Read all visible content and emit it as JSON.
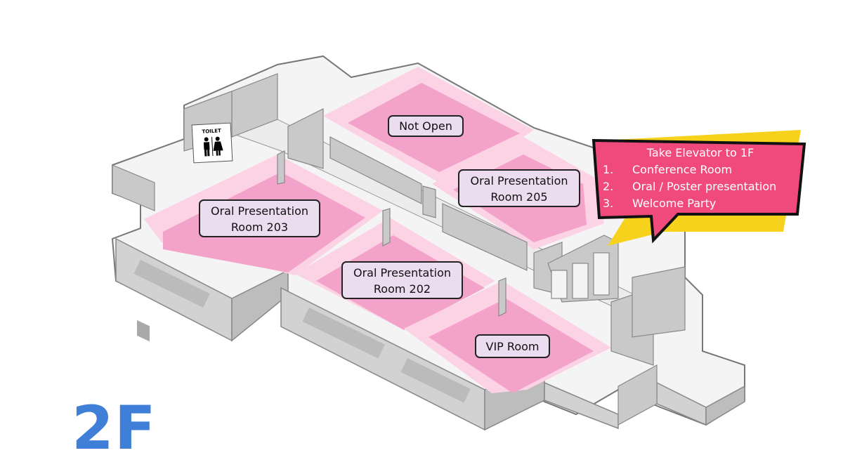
{
  "floor": {
    "label": "2F",
    "color": "#3f7fd8"
  },
  "colors": {
    "room_floor": "#f3a3c9",
    "room_floor_light": "#fbd3e4",
    "wall_top": "#f4f4f4",
    "wall_side": "#c9c9c9",
    "wall_dark": "#a9a9a9",
    "label_bg": "#ecdcf0",
    "callout_bg": "#ef4a7b",
    "callout_accent": "#f7d21c"
  },
  "rooms": {
    "not_open": {
      "lines": [
        "Not Open"
      ]
    },
    "room_205": {
      "lines": [
        "Oral Presentation",
        "Room 205"
      ]
    },
    "room_203": {
      "lines": [
        "Oral Presentation",
        "Room 203"
      ]
    },
    "room_202": {
      "lines": [
        "Oral Presentation",
        "Room 202"
      ]
    },
    "vip": {
      "lines": [
        "VIP Room"
      ]
    }
  },
  "toilet_sign": {
    "text": "TOILET",
    "icon": "restroom-icon"
  },
  "callout": {
    "title": "Take Elevator to 1F",
    "items": [
      {
        "num": "1.",
        "text": "Conference Room"
      },
      {
        "num": "2.",
        "text": "Oral / Poster presentation"
      },
      {
        "num": "3.",
        "text": "Welcome Party"
      }
    ]
  }
}
